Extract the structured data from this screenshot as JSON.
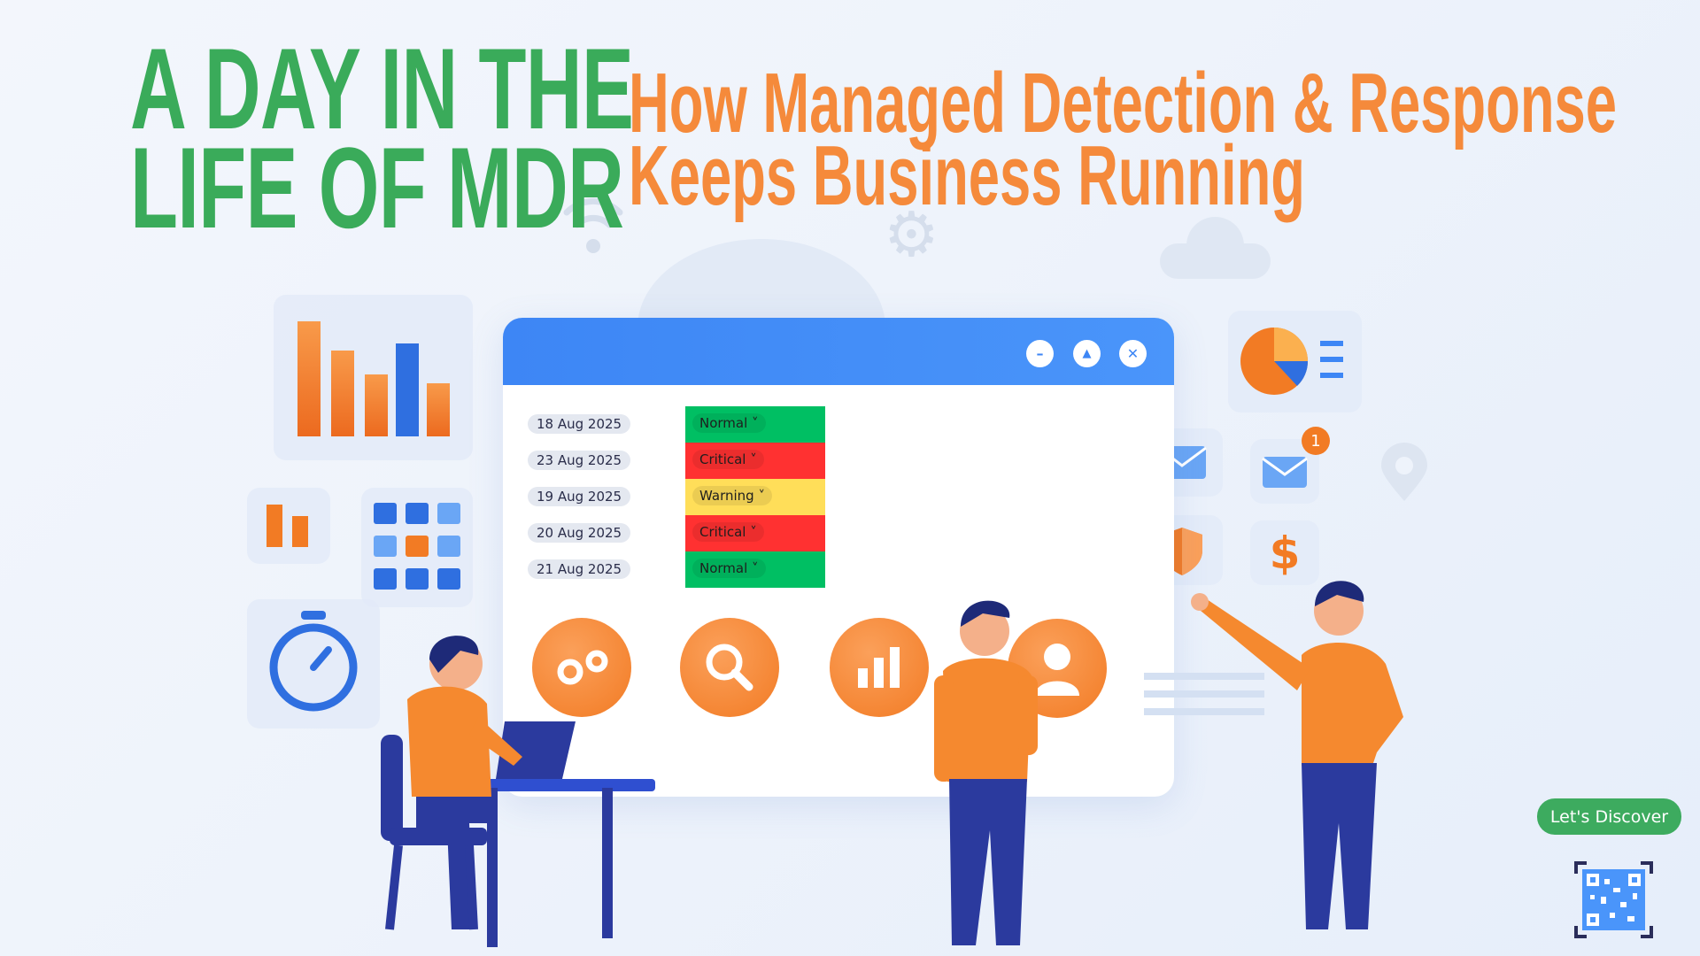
{
  "headline": {
    "line1": "A DAY IN THE",
    "line2": "LIFE OF MDR"
  },
  "subheadline": {
    "line1": "How Managed Detection & Response",
    "line2": "Keeps Business Running"
  },
  "window": {
    "controls": {
      "minimize": "–",
      "maximize": "▲",
      "close": "✕"
    },
    "rows": [
      {
        "date": "18 Aug 2025",
        "status": "Normal ˅",
        "color": "#00bf63"
      },
      {
        "date": "23 Aug 2025",
        "status": "Critical ˅",
        "color": "#ff3131"
      },
      {
        "date": "19 Aug 2025",
        "status": "Warning ˅",
        "color": "#ffde59"
      },
      {
        "date": "20 Aug 2025",
        "status": "Critical ˅",
        "color": "#ff3131"
      },
      {
        "date": "21 Aug 2025",
        "status": "Normal ˅",
        "color": "#00bf63"
      }
    ]
  },
  "notification_badge": "1",
  "dollar_symbol": "$",
  "cta": {
    "label": "Let's Discover"
  },
  "colors": {
    "green": "#3aab5a",
    "orange": "#f58a3b",
    "blue": "#3d86f5"
  }
}
